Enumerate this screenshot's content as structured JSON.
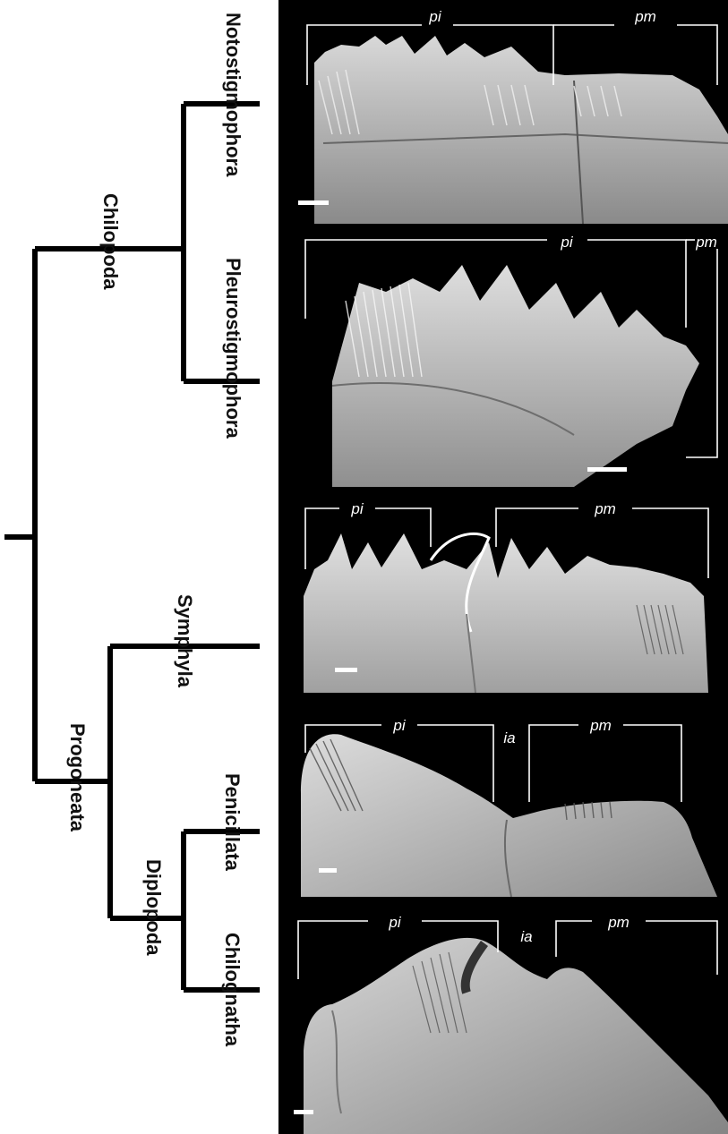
{
  "tree": {
    "taxa": {
      "notostigmophora": "Notostigmophora",
      "chilopoda": "Chilopoda",
      "pleurostigmophora": "Pleurostigmophora",
      "symphyla": "Symphyla",
      "progoneata": "Progoneata",
      "penicillata": "Penicillata",
      "diplopoda": "Diplopoda",
      "chilognatha": "Chilognatha"
    }
  },
  "panels": [
    {
      "labels": {
        "pi": "pi",
        "pm": "pm"
      }
    },
    {
      "labels": {
        "pi": "pi",
        "pm": "pm"
      }
    },
    {
      "labels": {
        "pi": "pi",
        "pm": "pm"
      }
    },
    {
      "labels": {
        "pi": "pi",
        "ia": "ia",
        "pm": "pm"
      }
    },
    {
      "labels": {
        "pi": "pi",
        "ia": "ia",
        "pm": "pm"
      }
    }
  ]
}
